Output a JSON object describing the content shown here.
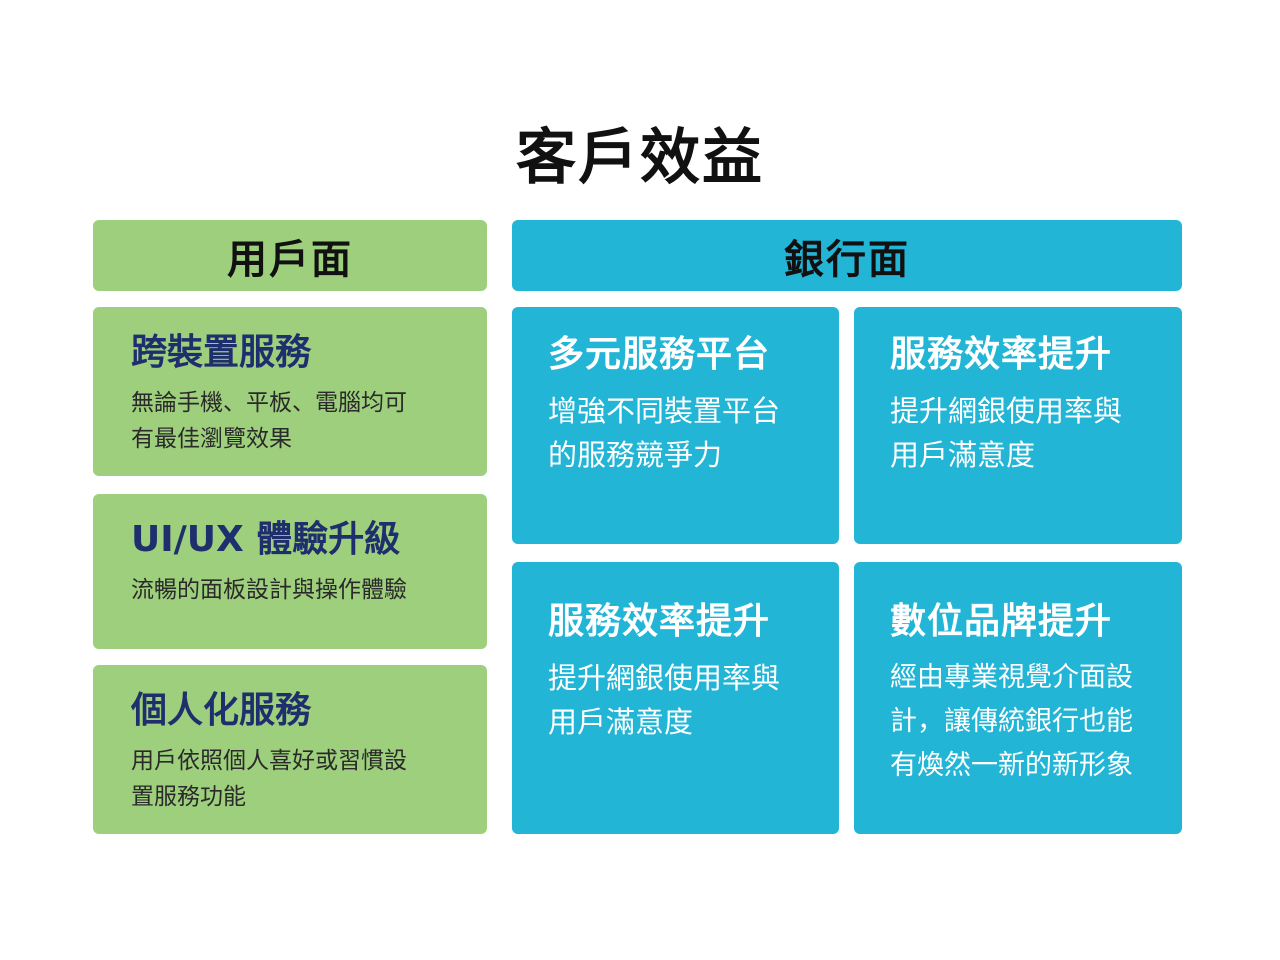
{
  "title": "客戶效益",
  "colors": {
    "green": "#9dcf7c",
    "blue": "#22b5d6",
    "navy_text": "#1f2f6e"
  },
  "user_side": {
    "header": "用戶面",
    "cards": [
      {
        "title": "跨裝置服務",
        "desc": [
          "無論手機、平板、電腦均可",
          "有最佳瀏覽效果"
        ]
      },
      {
        "title": "UI/UX 體驗升級",
        "desc": [
          "流暢的面板設計與操作體驗"
        ]
      },
      {
        "title": "個人化服務",
        "desc": [
          "用戶依照個人喜好或習慣設",
          "置服務功能"
        ]
      }
    ]
  },
  "bank_side": {
    "header": "銀行面",
    "cards": [
      {
        "title": "多元服務平台",
        "desc": [
          "增強不同裝置平台",
          "的服務競爭力"
        ]
      },
      {
        "title": "服務效率提升",
        "desc": [
          "提升網銀使用率與",
          "用戶滿意度"
        ]
      },
      {
        "title": "服務效率提升",
        "desc": [
          "提升網銀使用率與",
          "用戶滿意度"
        ]
      },
      {
        "title": "數位品牌提升",
        "desc": [
          "經由專業視覺介面設",
          "計，讓傳統銀行也能",
          "有煥然一新的新形象"
        ]
      }
    ]
  }
}
